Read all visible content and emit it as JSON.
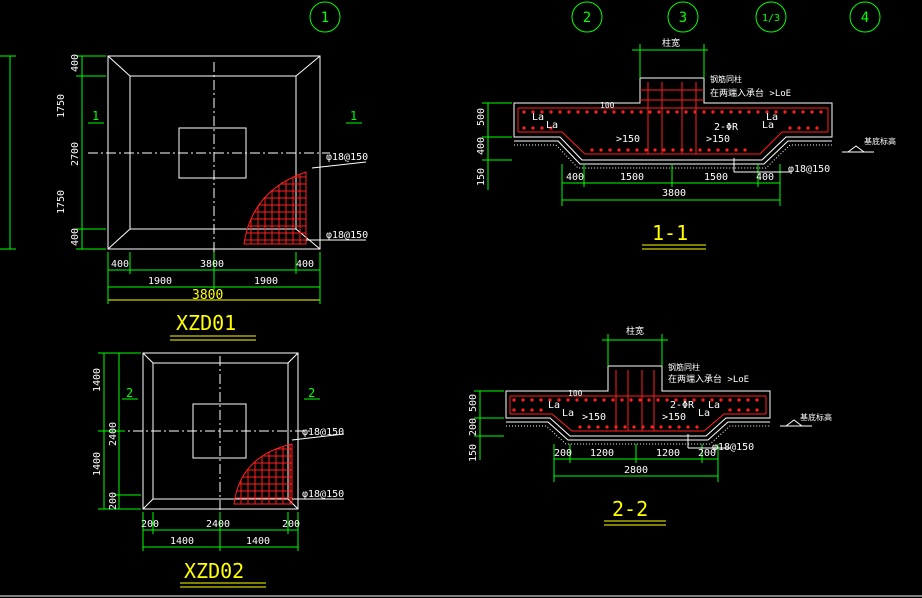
{
  "grid": {
    "b1": "1",
    "b2": "2",
    "b3": "3",
    "b13": "1/3",
    "b4": "4"
  },
  "titles": {
    "xzd01": "XZD01",
    "xzd02": "XZD02",
    "s11": "1-1",
    "s22": "2-2"
  },
  "labels": {
    "sec1": "1",
    "sec2": "2",
    "rebar1": "φ18@150"
  },
  "dims": {
    "d150": "150",
    "d200": "200",
    "d400": "400",
    "d500": "500",
    "d1200": "1200",
    "d1400": "1400",
    "d1500": "1500",
    "d1750": "1750",
    "d1900": "1900",
    "d2400": "2400",
    "d2700": "2700",
    "d2800": "2800",
    "d3800": "3800"
  },
  "sec11": {
    "column_width": "柱宽",
    "note1": "钢筋同柱",
    "note2": "在两端入承台 >LoE",
    "la": "La",
    "bars": "2-ΦR",
    "min150": ">150",
    "small": "100",
    "elev": "基底标高"
  }
}
